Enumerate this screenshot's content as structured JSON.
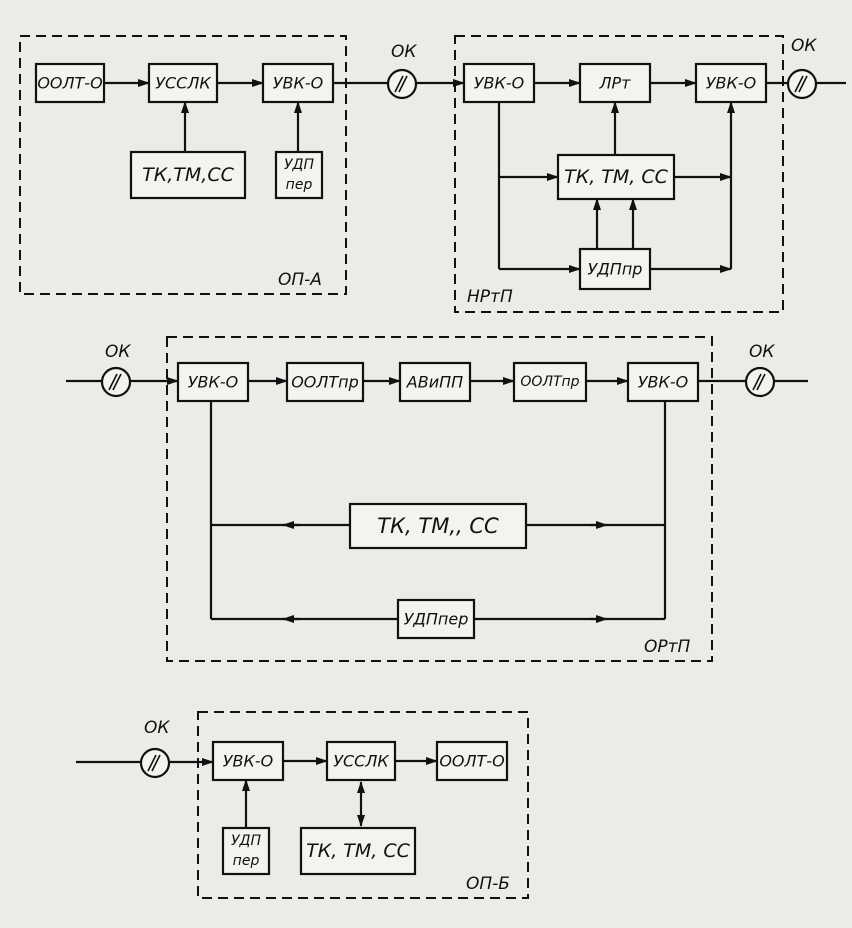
{
  "ok_label": "ОК",
  "frames": {
    "op_a": "ОП-А",
    "nrtp": "НРтП",
    "ortp": "ОРтП",
    "op_b": "ОП-Б"
  },
  "op_a": {
    "oolt": "ООЛТ-О",
    "ussl": "УССЛК",
    "uvk": "УВК-О",
    "tk": "ТК,ТМ,СС",
    "udp_line1": "УДП",
    "udp_line2": "пер"
  },
  "nrtp": {
    "uvk_in": "УВК-О",
    "lrt": "ЛРт",
    "uvk_out": "УВК-О",
    "tk": "ТК, ТМ, СС",
    "udp": "УДПпр"
  },
  "ortp": {
    "uvk_in": "УВК-О",
    "oolt_1": "ООЛТпр",
    "avipp": "АВиПП",
    "oolt_2": "ООЛТпр",
    "uvk_out": "УВК-О",
    "tk": "ТК, ТМ,, СС",
    "udp": "УДПпер"
  },
  "op_b": {
    "uvk": "УВК-О",
    "ussl": "УССЛК",
    "oolt": "ООЛТ-О",
    "udp_line1": "УДП",
    "udp_line2": "пер",
    "tk": "ТК, ТМ, СС"
  }
}
